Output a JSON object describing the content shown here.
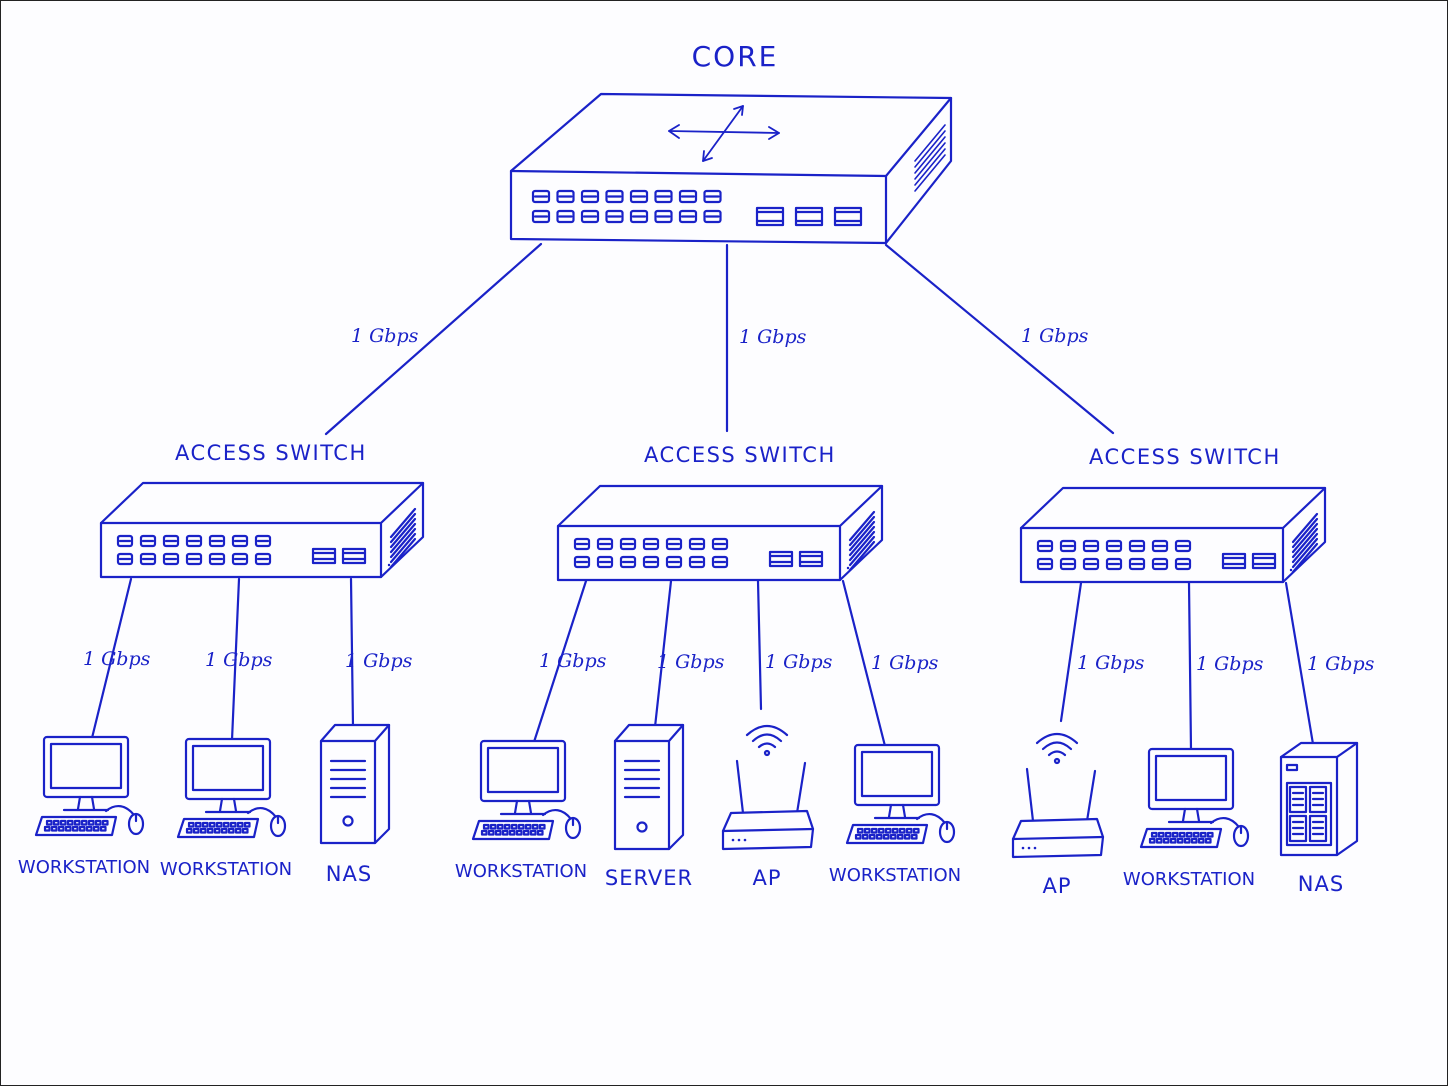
{
  "colors": {
    "ink": "#1a22c8",
    "background": "#fdfdff"
  },
  "core": {
    "label": "CORE"
  },
  "uplinks": [
    {
      "speed": "1 Gbps"
    },
    {
      "speed": "1 Gbps"
    },
    {
      "speed": "1 Gbps"
    }
  ],
  "access_switches": [
    {
      "label": "ACCESS SWITCH",
      "devices": [
        {
          "type": "workstation",
          "label": "WORKSTATION",
          "link": "1 Gbps"
        },
        {
          "type": "workstation",
          "label": "WORKSTATION",
          "link": "1 Gbps"
        },
        {
          "type": "nas",
          "label": "NAS",
          "link": "1 Gbps"
        }
      ]
    },
    {
      "label": "ACCESS SWITCH",
      "devices": [
        {
          "type": "workstation",
          "label": "WORKSTATION",
          "link": "1 Gbps"
        },
        {
          "type": "server",
          "label": "SERVER",
          "link": "1 Gbps"
        },
        {
          "type": "ap",
          "label": "AP",
          "link": "1 Gbps"
        },
        {
          "type": "workstation",
          "label": "WORKSTATION",
          "link": "1 Gbps"
        }
      ]
    },
    {
      "label": "ACCESS SWITCH",
      "devices": [
        {
          "type": "ap",
          "label": "AP",
          "link": "1 Gbps"
        },
        {
          "type": "workstation",
          "label": "WORKSTATION",
          "link": "1 Gbps"
        },
        {
          "type": "nas-rack",
          "label": "NAS",
          "link": "1 Gbps"
        }
      ]
    }
  ]
}
